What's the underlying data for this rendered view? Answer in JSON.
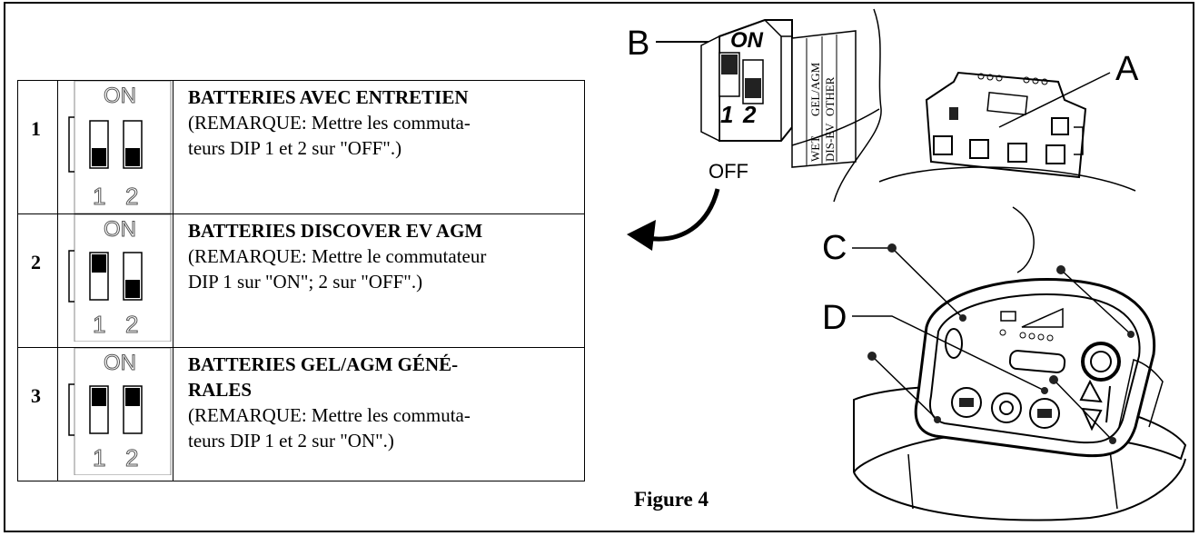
{
  "rows": [
    {
      "num": "1",
      "switch_label": "ON",
      "digits": [
        "1",
        "2"
      ],
      "title": "BATTERIES AVEC ENTRETIEN",
      "lines": [
        "(REMARQUE: Mettre les commuta-",
        "teurs DIP 1 et 2 sur \"OFF\".)"
      ]
    },
    {
      "num": "2",
      "switch_label": "ON",
      "digits": [
        "1",
        "2"
      ],
      "title": "BATTERIES DISCOVER EV AGM",
      "lines": [
        "(REMARQUE: Mettre le commutateur",
        "DIP 1 sur \"ON\"; 2 sur \"OFF\".)"
      ]
    },
    {
      "num": "3",
      "switch_label": "ON",
      "digits": [
        "1",
        "2"
      ],
      "title_lines": [
        "BATTERIES GEL/AGM GÉNÉ-",
        "RALES"
      ],
      "lines": [
        "(REMARQUE: Mettre les commuta-",
        "teurs DIP 1 et 2 sur \"ON\".)"
      ]
    }
  ],
  "figure": {
    "caption": "Figure 4",
    "label_a": "A",
    "label_b": "B",
    "label_c": "C",
    "label_d": "D",
    "switch_on": "ON",
    "switch_1": "1",
    "switch_2": "2",
    "off_label": "OFF",
    "side_top_1": "GEL/AGM",
    "side_top_2": "OTHER",
    "side_bot_1": "WET",
    "side_bot_2": "DIS-EV"
  }
}
